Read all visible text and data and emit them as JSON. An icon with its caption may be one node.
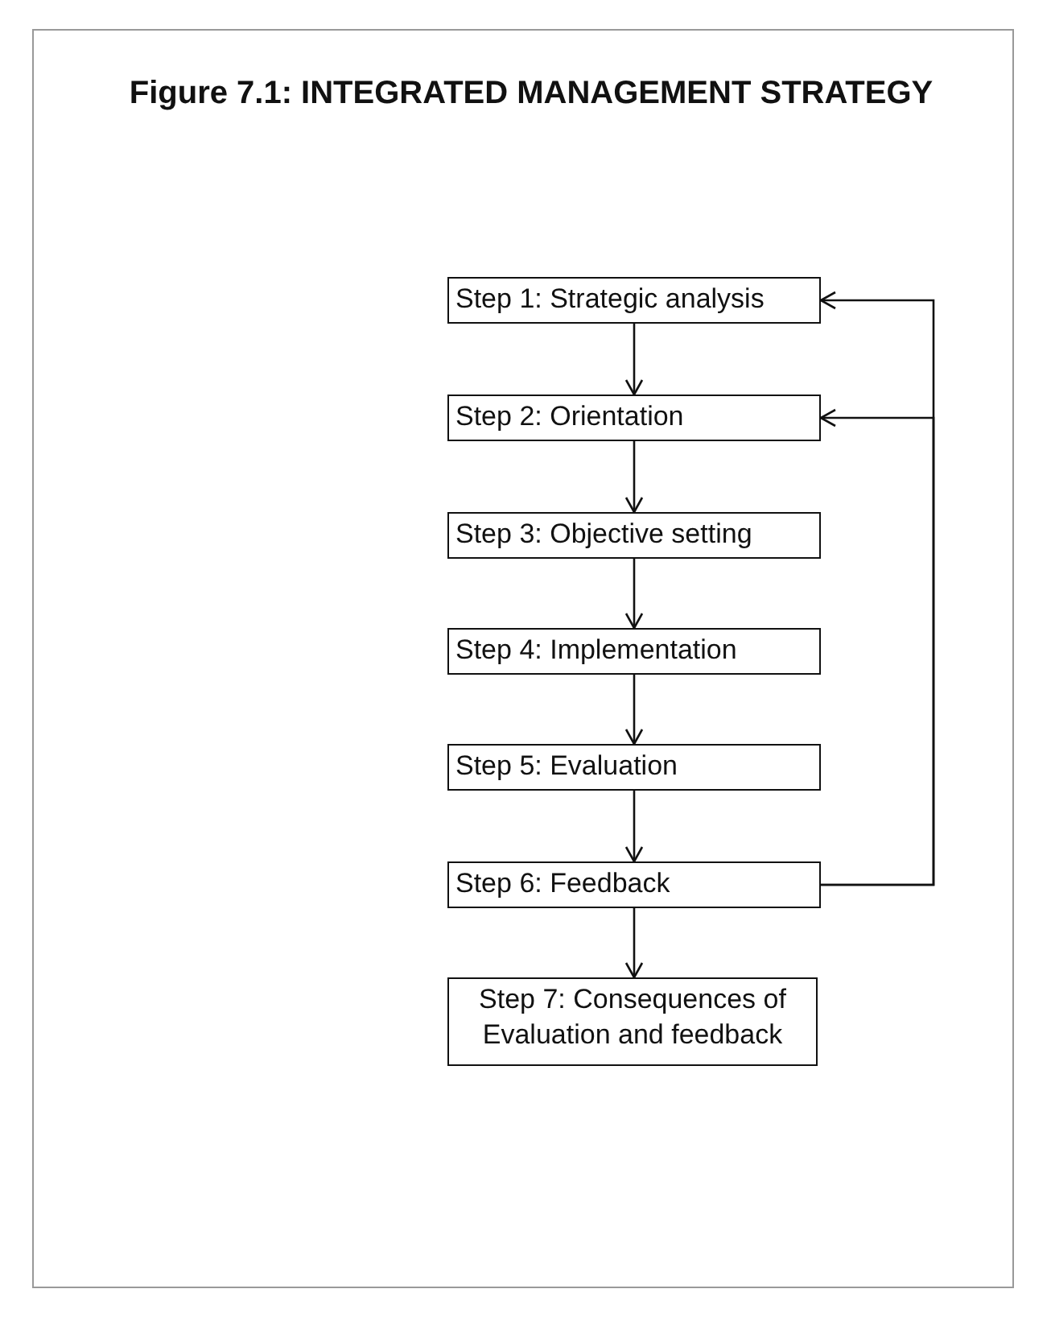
{
  "diagram": {
    "title": "Figure 7.1: INTEGRATED MANAGEMENT STRATEGY",
    "nodes": [
      {
        "text": [
          "Step 1: Strategic analysis"
        ]
      },
      {
        "text": [
          "Step 2: Orientation"
        ]
      },
      {
        "text": [
          "Step 3: Objective setting"
        ]
      },
      {
        "text": [
          "Step 4: Implementation"
        ]
      },
      {
        "text": [
          "Step 5: Evaluation"
        ]
      },
      {
        "text": [
          "Step 6: Feedback"
        ]
      },
      {
        "text": [
          "Step 7: Consequences of Evaluation and feedback"
        ]
      }
    ],
    "edges": [
      {
        "from": 0,
        "to": 1,
        "arrow": "to"
      },
      {
        "from": 1,
        "to": 2,
        "arrow": "to"
      },
      {
        "from": 2,
        "to": 3,
        "arrow": "to"
      },
      {
        "from": 3,
        "to": 4,
        "arrow": "to"
      },
      {
        "from": 4,
        "to": 5,
        "arrow": "to"
      },
      {
        "from": 5,
        "to": 6,
        "arrow": "to"
      },
      {
        "from": 5,
        "to": 0,
        "arrow": "to"
      },
      {
        "from": 5,
        "to": 1,
        "arrow": "to"
      }
    ]
  }
}
